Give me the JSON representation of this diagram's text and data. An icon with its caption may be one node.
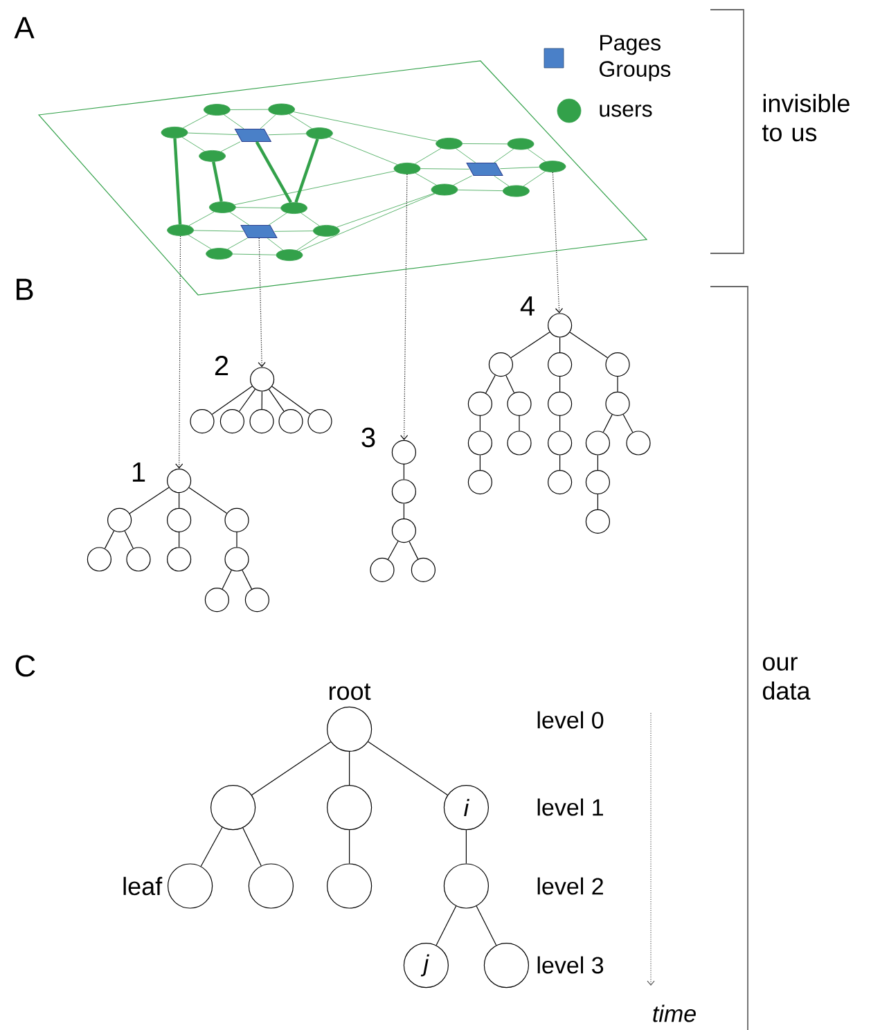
{
  "diagram": {
    "nodes": [
      {
        "text": [],
        "shape": "ellipse"
      },
      {
        "text": [],
        "shape": "ellipse"
      },
      {
        "text": [],
        "shape": "ellipse"
      },
      {
        "text": [],
        "shape": "box"
      },
      {
        "text": [],
        "shape": "ellipse"
      },
      {
        "text": [],
        "shape": "ellipse"
      },
      {
        "text": [],
        "shape": "ellipse"
      },
      {
        "text": [],
        "shape": "ellipse"
      },
      {
        "text": [],
        "shape": "ellipse"
      },
      {
        "text": [],
        "shape": "ellipse"
      },
      {
        "text": [],
        "shape": "box"
      },
      {
        "text": [],
        "shape": "ellipse"
      },
      {
        "text": [],
        "shape": "ellipse"
      },
      {
        "text": [],
        "shape": "ellipse"
      },
      {
        "text": [],
        "shape": "ellipse"
      },
      {
        "text": [],
        "shape": "ellipse"
      },
      {
        "text": [],
        "shape": "box"
      },
      {
        "text": [],
        "shape": "ellipse"
      },
      {
        "text": [],
        "shape": "ellipse"
      },
      {
        "text": [],
        "shape": "ellipse"
      },
      {
        "text": [],
        "shape": "circle"
      },
      {
        "text": [],
        "shape": "circle"
      },
      {
        "text": [],
        "shape": "circle"
      },
      {
        "text": [],
        "shape": "circle"
      },
      {
        "text": [],
        "shape": "circle"
      },
      {
        "text": [],
        "shape": "circle"
      },
      {
        "text": [],
        "shape": "circle"
      },
      {
        "text": [],
        "shape": "circle"
      },
      {
        "text": [],
        "shape": "circle"
      },
      {
        "text": [],
        "shape": "circle"
      },
      {
        "text": [],
        "shape": "circle"
      },
      {
        "text": [],
        "shape": "circle"
      },
      {
        "text": [],
        "shape": "circle"
      },
      {
        "text": [],
        "shape": "circle"
      },
      {
        "text": [],
        "shape": "circle"
      },
      {
        "text": [],
        "shape": "circle"
      },
      {
        "text": [],
        "shape": "circle"
      },
      {
        "text": [],
        "shape": "circle"
      },
      {
        "text": [],
        "shape": "circle"
      },
      {
        "text": [],
        "shape": "circle"
      },
      {
        "text": [],
        "shape": "circle"
      },
      {
        "text": [],
        "shape": "circle"
      },
      {
        "text": [],
        "shape": "circle"
      },
      {
        "text": [],
        "shape": "circle"
      },
      {
        "text": [],
        "shape": "circle"
      },
      {
        "text": [],
        "shape": "circle"
      },
      {
        "text": [],
        "shape": "circle"
      },
      {
        "text": [],
        "shape": "circle"
      },
      {
        "text": [],
        "shape": "circle"
      },
      {
        "text": [],
        "shape": "circle"
      },
      {
        "text": [],
        "shape": "circle"
      },
      {
        "text": [],
        "shape": "circle"
      },
      {
        "text": [],
        "shape": "circle"
      },
      {
        "text": [],
        "shape": "circle"
      },
      {
        "text": [],
        "shape": "circle"
      },
      {
        "text": [],
        "shape": "circle"
      },
      {
        "text": [],
        "shape": "circle"
      },
      {
        "text": [],
        "shape": "circle"
      },
      {
        "text": [],
        "shape": "circle",
        "beside": [
          "root"
        ]
      },
      {
        "text": [],
        "shape": "circle"
      },
      {
        "text": [],
        "shape": "circle"
      },
      {
        "text": [
          "i"
        ]
      },
      {
        "text": [],
        "shape": "circle",
        "beside": [
          "leaf"
        ]
      },
      {
        "text": [],
        "shape": "circle"
      },
      {
        "text": [],
        "shape": "circle"
      },
      {
        "text": [],
        "shape": "circle"
      },
      {
        "text": [
          "j"
        ]
      },
      {
        "text": [],
        "shape": "circle"
      }
    ],
    "edges": [
      {
        "from": 0,
        "to": 1,
        "arrow": "none",
        "color": "#33a14a"
      },
      {
        "from": 0,
        "to": 2,
        "arrow": "none",
        "color": "#33a14a"
      },
      {
        "from": 1,
        "to": 4,
        "arrow": "none",
        "color": "#33a14a"
      },
      {
        "from": 0,
        "to": 3,
        "arrow": "none",
        "color": "#33a14a"
      },
      {
        "from": 1,
        "to": 3,
        "arrow": "none",
        "color": "#33a14a"
      },
      {
        "from": 2,
        "to": 3,
        "arrow": "none",
        "color": "#33a14a"
      },
      {
        "from": 3,
        "to": 4,
        "arrow": "none",
        "color": "#33a14a"
      },
      {
        "from": 3,
        "to": 7,
        "arrow": "none",
        "color": "#33a14a"
      },
      {
        "from": 2,
        "to": 7,
        "arrow": "none",
        "color": "#33a14a"
      },
      {
        "from": 2,
        "to": 15,
        "arrow": "none",
        "color": "#33a14a",
        "style": "thick"
      },
      {
        "from": 7,
        "to": 13,
        "arrow": "none",
        "color": "#33a14a",
        "style": "thick"
      },
      {
        "from": 3,
        "to": 14,
        "arrow": "none",
        "color": "#33a14a",
        "style": "thick"
      },
      {
        "from": 4,
        "to": 14,
        "arrow": "none",
        "color": "#33a14a",
        "style": "thick"
      },
      {
        "from": 1,
        "to": 5,
        "arrow": "none",
        "color": "#33a14a"
      },
      {
        "from": 4,
        "to": 9,
        "arrow": "none",
        "color": "#33a14a"
      },
      {
        "from": 9,
        "to": 5,
        "arrow": "none",
        "color": "#33a14a"
      },
      {
        "from": 5,
        "to": 6,
        "arrow": "none",
        "color": "#33a14a"
      },
      {
        "from": 6,
        "to": 8,
        "arrow": "none",
        "color": "#33a14a"
      },
      {
        "from": 8,
        "to": 12,
        "arrow": "none",
        "color": "#33a14a"
      },
      {
        "from": 12,
        "to": 11,
        "arrow": "none",
        "color": "#33a14a"
      },
      {
        "from": 11,
        "to": 9,
        "arrow": "none",
        "color": "#33a14a"
      },
      {
        "from": 10,
        "to": 5,
        "arrow": "none",
        "color": "#33a14a"
      },
      {
        "from": 10,
        "to": 6,
        "arrow": "none",
        "color": "#33a14a"
      },
      {
        "from": 10,
        "to": 8,
        "arrow": "none",
        "color": "#33a14a"
      },
      {
        "from": 10,
        "to": 9,
        "arrow": "none",
        "color": "#33a14a"
      },
      {
        "from": 10,
        "to": 11,
        "arrow": "none",
        "color": "#33a14a"
      },
      {
        "from": 10,
        "to": 12,
        "arrow": "none",
        "color": "#33a14a"
      },
      {
        "from": 15,
        "to": 13,
        "arrow": "none",
        "color": "#33a14a"
      },
      {
        "from": 13,
        "to": 14,
        "arrow": "none",
        "color": "#33a14a"
      },
      {
        "from": 14,
        "to": 17,
        "arrow": "none",
        "color": "#33a14a"
      },
      {
        "from": 17,
        "to": 19,
        "arrow": "none",
        "color": "#33a14a"
      },
      {
        "from": 19,
        "to": 18,
        "arrow": "none",
        "color": "#33a14a"
      },
      {
        "from": 18,
        "to": 15,
        "arrow": "none",
        "color": "#33a14a"
      },
      {
        "from": 16,
        "to": 15,
        "arrow": "none",
        "color": "#33a14a"
      },
      {
        "from": 16,
        "to": 13,
        "arrow": "none",
        "color": "#33a14a"
      },
      {
        "from": 16,
        "to": 14,
        "arrow": "none",
        "color": "#33a14a"
      },
      {
        "from": 16,
        "to": 17,
        "arrow": "none",
        "color": "#33a14a"
      },
      {
        "from": 16,
        "to": 18,
        "arrow": "none",
        "color": "#33a14a"
      },
      {
        "from": 16,
        "to": 19,
        "arrow": "none",
        "color": "#33a14a"
      },
      {
        "from": 9,
        "to": 13,
        "arrow": "none",
        "color": "#33a14a"
      },
      {
        "from": 11,
        "to": 17,
        "arrow": "none",
        "color": "#33a14a"
      },
      {
        "from": 11,
        "to": 19,
        "arrow": "none",
        "color": "#33a14a"
      },
      {
        "from": 15,
        "to": 20,
        "arrow": "to",
        "style": "dashed"
      },
      {
        "from": 16,
        "to": 30,
        "arrow": "to",
        "style": "dashed"
      },
      {
        "from": 9,
        "to": 36,
        "arrow": "to",
        "style": "dashed"
      },
      {
        "from": 8,
        "to": 41,
        "arrow": "to",
        "style": "dashed"
      },
      {
        "from": 20,
        "to": 21,
        "arrow": "none"
      },
      {
        "from": 20,
        "to": 22,
        "arrow": "none"
      },
      {
        "from": 20,
        "to": 23,
        "arrow": "none"
      },
      {
        "from": 21,
        "to": 24,
        "arrow": "none"
      },
      {
        "from": 21,
        "to": 25,
        "arrow": "none"
      },
      {
        "from": 22,
        "to": 26,
        "arrow": "none"
      },
      {
        "from": 23,
        "to": 27,
        "arrow": "none"
      },
      {
        "from": 27,
        "to": 28,
        "arrow": "none"
      },
      {
        "from": 27,
        "to": 29,
        "arrow": "none"
      },
      {
        "from": 30,
        "to": 31,
        "arrow": "none"
      },
      {
        "from": 30,
        "to": 32,
        "arrow": "none"
      },
      {
        "from": 30,
        "to": 33,
        "arrow": "none"
      },
      {
        "from": 30,
        "to": 34,
        "arrow": "none"
      },
      {
        "from": 30,
        "to": 35,
        "arrow": "none"
      },
      {
        "from": 36,
        "to": 37,
        "arrow": "none"
      },
      {
        "from": 37,
        "to": 38,
        "arrow": "none"
      },
      {
        "from": 38,
        "to": 39,
        "arrow": "none"
      },
      {
        "from": 38,
        "to": 40,
        "arrow": "none"
      },
      {
        "from": 41,
        "to": 42,
        "arrow": "none"
      },
      {
        "from": 41,
        "to": 43,
        "arrow": "none"
      },
      {
        "from": 41,
        "to": 44,
        "arrow": "none"
      },
      {
        "from": 42,
        "to": 45,
        "arrow": "none"
      },
      {
        "from": 42,
        "to": 46,
        "arrow": "none"
      },
      {
        "from": 45,
        "to": 49,
        "arrow": "none"
      },
      {
        "from": 49,
        "to": 54,
        "arrow": "none"
      },
      {
        "from": 46,
        "to": 50,
        "arrow": "none"
      },
      {
        "from": 43,
        "to": 47,
        "arrow": "none"
      },
      {
        "from": 47,
        "to": 51,
        "arrow": "none"
      },
      {
        "from": 51,
        "to": 55,
        "arrow": "none"
      },
      {
        "from": 44,
        "to": 48,
        "arrow": "none"
      },
      {
        "from": 48,
        "to": 52,
        "arrow": "none"
      },
      {
        "from": 48,
        "to": 53,
        "arrow": "none"
      },
      {
        "from": 52,
        "to": 56,
        "arrow": "none"
      },
      {
        "from": 56,
        "to": 57,
        "arrow": "none"
      },
      {
        "from": 58,
        "to": 59,
        "arrow": "none"
      },
      {
        "from": 58,
        "to": 60,
        "arrow": "none"
      },
      {
        "from": 58,
        "to": 61,
        "arrow": "none"
      },
      {
        "from": 59,
        "to": 62,
        "arrow": "none"
      },
      {
        "from": 59,
        "to": 63,
        "arrow": "none"
      },
      {
        "from": 60,
        "to": 64,
        "arrow": "none"
      },
      {
        "from": 61,
        "to": 65,
        "arrow": "none"
      },
      {
        "from": 65,
        "to": 66,
        "arrow": "none"
      },
      {
        "from": 65,
        "to": 67,
        "arrow": "none"
      }
    ],
    "labels": [
      "A",
      "invisible to us",
      "B",
      "4",
      "2",
      "3",
      "1",
      "our data",
      "C",
      "level 0",
      "level 1",
      "level 2",
      "level 3",
      "time"
    ],
    "legend": [
      {
        "text": "Pages Groups",
        "color": "#4a80c8"
      },
      {
        "text": "users",
        "color": "#33a14a"
      }
    ]
  }
}
